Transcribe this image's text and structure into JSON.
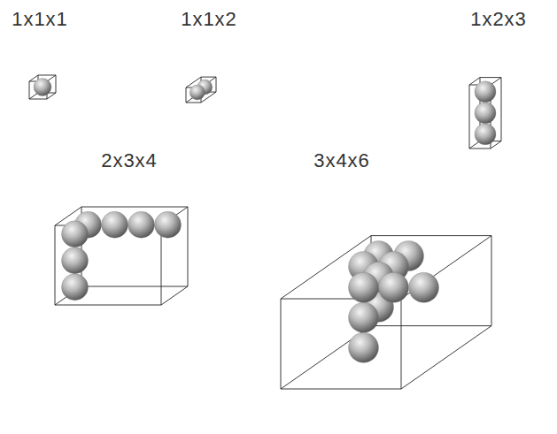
{
  "diagram": {
    "labels": [
      "1x1x1",
      "1x1x2",
      "1x2x3",
      "2x3x4",
      "3x4x6"
    ]
  }
}
